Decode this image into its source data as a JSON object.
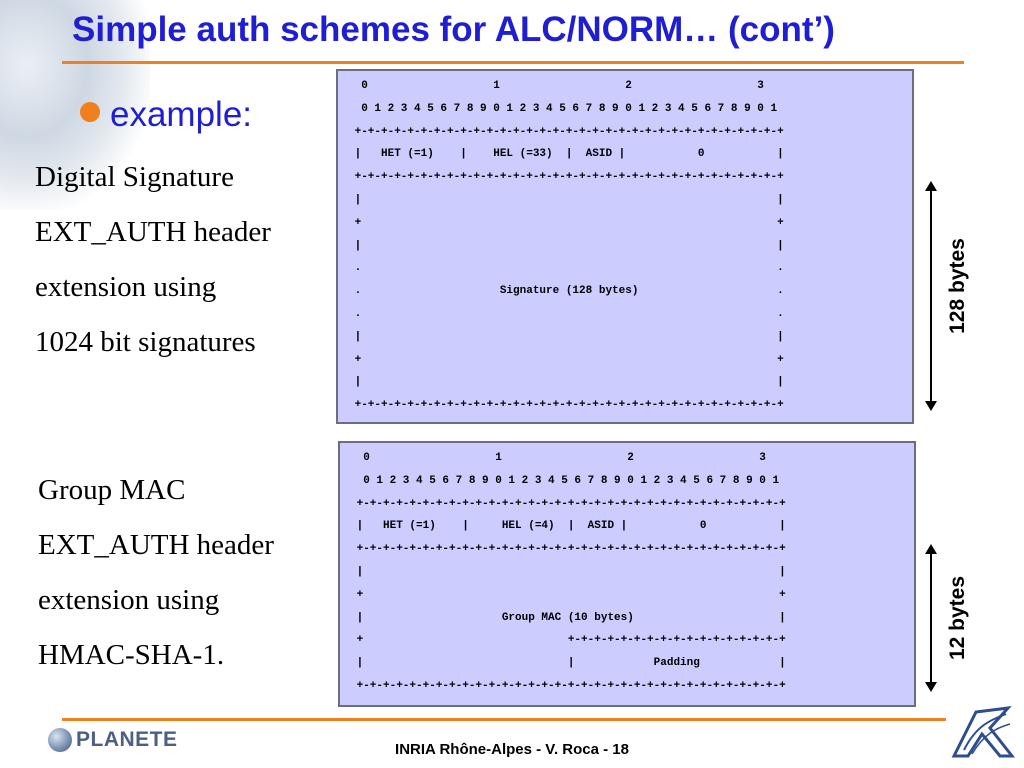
{
  "title": "Simple auth schemes for ALC/NORM… (cont’)",
  "bullet": "example:",
  "section1": {
    "lines": [
      "Digital Signature",
      "EXT_AUTH header",
      "extension using",
      "1024 bit signatures"
    ],
    "packet": "  0                   1                   2                   3\n  0 1 2 3 4 5 6 7 8 9 0 1 2 3 4 5 6 7 8 9 0 1 2 3 4 5 6 7 8 9 0 1\n +-+-+-+-+-+-+-+-+-+-+-+-+-+-+-+-+-+-+-+-+-+-+-+-+-+-+-+-+-+-+-+-+\n |   HET (=1)    |    HEL (=33)  |  ASID |           0           |\n +-+-+-+-+-+-+-+-+-+-+-+-+-+-+-+-+-+-+-+-+-+-+-+-+-+-+-+-+-+-+-+-+\n |                                                               |\n +                                                               +\n |                                                               |\n .                                                               .\n .                     Signature (128 bytes)                     .\n .                                                               .\n |                                                               |\n +                                                               +\n |                                                               |\n +-+-+-+-+-+-+-+-+-+-+-+-+-+-+-+-+-+-+-+-+-+-+-+-+-+-+-+-+-+-+-+-+",
    "size_label": "128 bytes"
  },
  "section2": {
    "lines": [
      "Group MAC",
      "EXT_AUTH header",
      "extension using",
      "HMAC-SHA-1."
    ],
    "packet": "  0                   1                   2                   3\n  0 1 2 3 4 5 6 7 8 9 0 1 2 3 4 5 6 7 8 9 0 1 2 3 4 5 6 7 8 9 0 1\n +-+-+-+-+-+-+-+-+-+-+-+-+-+-+-+-+-+-+-+-+-+-+-+-+-+-+-+-+-+-+-+-+\n |   HET (=1)    |     HEL (=4)  |  ASID |           0           |\n +-+-+-+-+-+-+-+-+-+-+-+-+-+-+-+-+-+-+-+-+-+-+-+-+-+-+-+-+-+-+-+-+\n |                                                               |\n +                                                               +\n |                     Group MAC (10 bytes)                      |\n +                               +-+-+-+-+-+-+-+-+-+-+-+-+-+-+-+-+\n |                               |            Padding            |\n +-+-+-+-+-+-+-+-+-+-+-+-+-+-+-+-+-+-+-+-+-+-+-+-+-+-+-+-+-+-+-+-+",
    "size_label": "12 bytes"
  },
  "footer": {
    "text": "INRIA Rhône-Alpes - V. Roca - 18",
    "logo_text": "PLANETE"
  },
  "colors": {
    "title": "#1f1fd1",
    "accent": "#f07f1d",
    "packet_bg": "#ccccff"
  }
}
